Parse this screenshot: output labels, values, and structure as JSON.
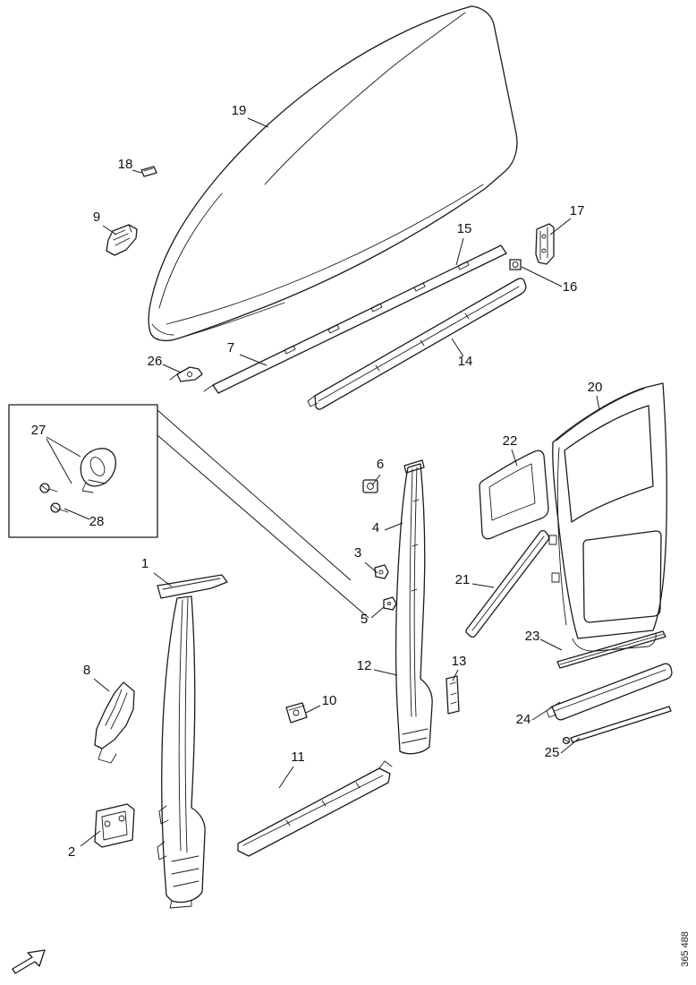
{
  "figure": {
    "doc_code": "365 488",
    "callouts": [
      {
        "label": "1"
      },
      {
        "label": "2"
      },
      {
        "label": "3"
      },
      {
        "label": "4"
      },
      {
        "label": "5"
      },
      {
        "label": "6"
      },
      {
        "label": "7"
      },
      {
        "label": "8"
      },
      {
        "label": "9"
      },
      {
        "label": "10"
      },
      {
        "label": "11"
      },
      {
        "label": "12"
      },
      {
        "label": "13"
      },
      {
        "label": "14"
      },
      {
        "label": "15"
      },
      {
        "label": "16"
      },
      {
        "label": "17"
      },
      {
        "label": "18"
      },
      {
        "label": "19"
      },
      {
        "label": "20"
      },
      {
        "label": "21"
      },
      {
        "label": "22"
      },
      {
        "label": "23"
      },
      {
        "label": "24"
      },
      {
        "label": "25"
      },
      {
        "label": "26"
      },
      {
        "label": "27"
      },
      {
        "label": "28"
      }
    ]
  }
}
